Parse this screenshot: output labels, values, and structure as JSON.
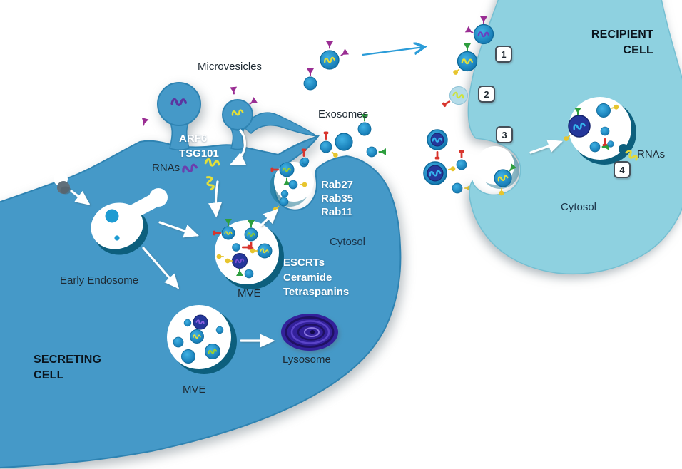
{
  "title": "Exosome and microvesicle mediated RNA transfer between cells",
  "secreting_cell": {
    "name_line1": "SECRETING",
    "name_line2": "CELL",
    "cytosol_label": "Cytosol",
    "rnas_label": "RNAs",
    "microvesicles_label": "Microvesicles",
    "exosomes_label": "Exosomes",
    "budding_factors": {
      "line1": "ARF6",
      "line2": "TSG101"
    },
    "docking_factors": {
      "line1": "Rab27",
      "line2": "Rab35",
      "line3": "Rab11"
    },
    "biogenesis_factors": {
      "line1": "ESCRTs",
      "line2": "Ceramide",
      "line3": "Tetraspanins"
    },
    "early_endosome_label": "Early Endosome",
    "mve_upper_label": "MVE",
    "mve_lower_label": "MVE",
    "lysosome_label": "Lysosome"
  },
  "recipient_cell": {
    "name_line1": "RECIPIENT",
    "name_line2": "CELL",
    "cytosol_label": "Cytosol",
    "rnas_label": "RNAs"
  },
  "steps": {
    "one": "1",
    "two": "2",
    "three": "3",
    "four": "4"
  },
  "icons": {
    "exosome": "small blue circle vesicle",
    "microvesicle": "blue circle vesicle with RNA squiggle",
    "rna": "squiggle wave",
    "receptor_triangle": "triangle on stem",
    "receptor_stem": "matchstick stem",
    "receptor_dot": "ball on stem",
    "lysosome": "concentric purple whorl",
    "mve": "white circle with internal vesicles"
  },
  "colors": {
    "secreting_cell": "#4599c8",
    "secreting_edge": "#2e83b2",
    "recipient_cell": "#8ed1e0",
    "recipient_edge": "#74bfd2",
    "organelle_shadow": "#0d5f7d",
    "vesicle_blue": "#1f8dc6",
    "vesicle_navy": "#25379b",
    "lysosome_purple": "#33219b",
    "rna_yellow": "#e3df3a",
    "rna_purple": "#6b3fae",
    "rna_blue": "#35b3ec",
    "receptor_red": "#d8342c",
    "receptor_green": "#2e9e3e",
    "receptor_purple": "#9a2d93",
    "receptor_yellow": "#e7c52e",
    "arrow_white": "#ffffff",
    "arrow_blue": "#2b9cd8"
  }
}
